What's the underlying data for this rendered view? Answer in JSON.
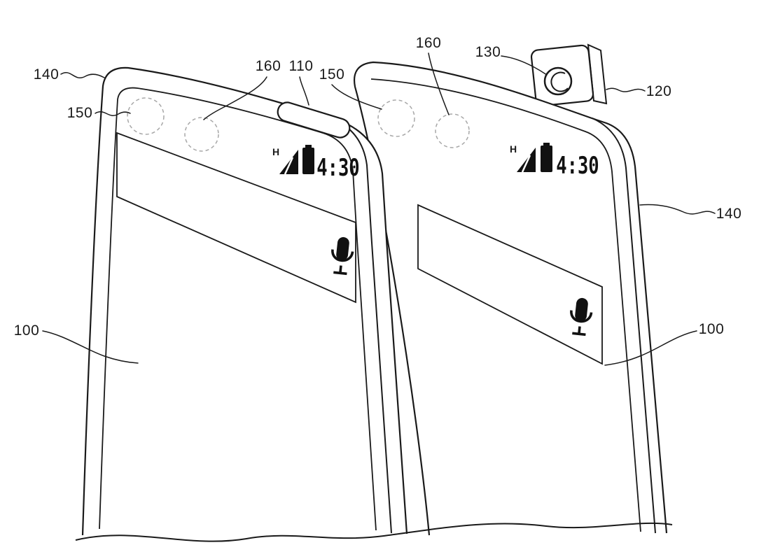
{
  "figure": {
    "name": "patent-line-drawing",
    "description": "Line drawing of two mobile devices viewed in perspective; the right device has a pop-up camera module raised above its top edge.",
    "status_bar": {
      "network": "H",
      "time": "4:30"
    },
    "ref_labels": {
      "l140_left": "140",
      "l150_left": "150",
      "l160_left": "160",
      "l110": "110",
      "l150_right": "150",
      "l160_right": "160",
      "l130": "130",
      "l120": "120",
      "l140_right": "140",
      "l100_left": "100",
      "l100_right": "100"
    },
    "icons": {
      "microphone": "microphone-icon",
      "signal": "signal-strength-icon",
      "battery": "battery-icon",
      "camera_lens": "camera-lens-icon",
      "speaker_slot": "earpiece-speaker-slot",
      "sensor_circle": "dashed-sensor-circle"
    },
    "colors": {
      "line": "#1a1a1a",
      "dashed": "#a8a8a8",
      "fill": "#ffffff",
      "glyph": "#111111"
    }
  }
}
